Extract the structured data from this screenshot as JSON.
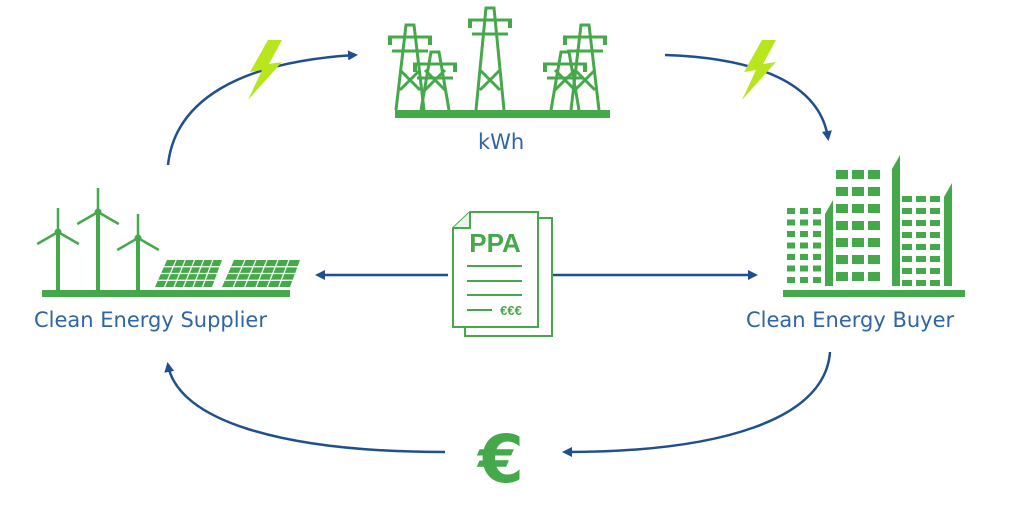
{
  "labels": {
    "grid": "kWh",
    "supplier": "Clean Energy Supplier",
    "buyer": "Clean Energy Buyer",
    "contract_title": "PPA",
    "contract_currency": "€€€",
    "payment_symbol": "€"
  },
  "colors": {
    "green": "#45a84a",
    "text_blue": "#2f64a6",
    "arrow_blue": "#1f4f8f",
    "lightning": "#b7e61e"
  },
  "icons": [
    "transmission-towers-icon",
    "wind-turbines-icon",
    "solar-panels-icon",
    "office-buildings-icon",
    "contract-document-icon",
    "lightning-icon",
    "euro-icon"
  ]
}
